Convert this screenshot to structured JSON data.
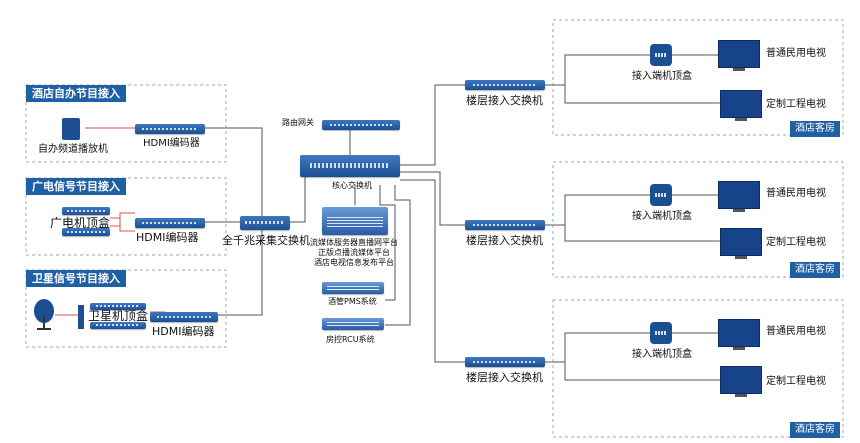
{
  "sources": {
    "hotel_header": "酒店自办节目接入",
    "hotel_player": "自办频道播放机",
    "hotel_encoder": "HDMI编码器",
    "catv_header": "广电信号节目接入",
    "catv_stb": "广电机顶盒",
    "catv_encoder": "HDMI编码器",
    "sat_header": "卫星信号节目接入",
    "sat_stb": "卫星机顶盒",
    "sat_encoder": "HDMI编码器"
  },
  "core": {
    "gateway": "路由网关",
    "core_switch": "核心交换机",
    "aggregation_switch": "全千兆采集交换机",
    "media_server_lines": [
      "流媒体服务器直播网平台",
      "正版点播流媒体平台",
      "酒店电视信息发布平台"
    ],
    "pms": "酒管PMS系统",
    "rcu": "房控RCU系统"
  },
  "floors": [
    {
      "switch": "楼层接入交换机",
      "stb": "接入端机顶盒",
      "tv1": "普通民用电视",
      "tv2": "定制工程电视",
      "room": "酒店客房"
    },
    {
      "switch": "楼层接入交换机",
      "stb": "接入端机顶盒",
      "tv1": "普通民用电视",
      "tv2": "定制工程电视",
      "room": "酒店客房"
    },
    {
      "switch": "楼层接入交换机",
      "stb": "接入端机顶盒",
      "tv1": "普通民用电视",
      "tv2": "定制工程电视",
      "room": "酒店客房"
    }
  ],
  "colors": {
    "accent": "#1f5fa3",
    "wire": "#555555",
    "red_link": "#d9534f",
    "dashed_border": "#9aa8bf"
  }
}
